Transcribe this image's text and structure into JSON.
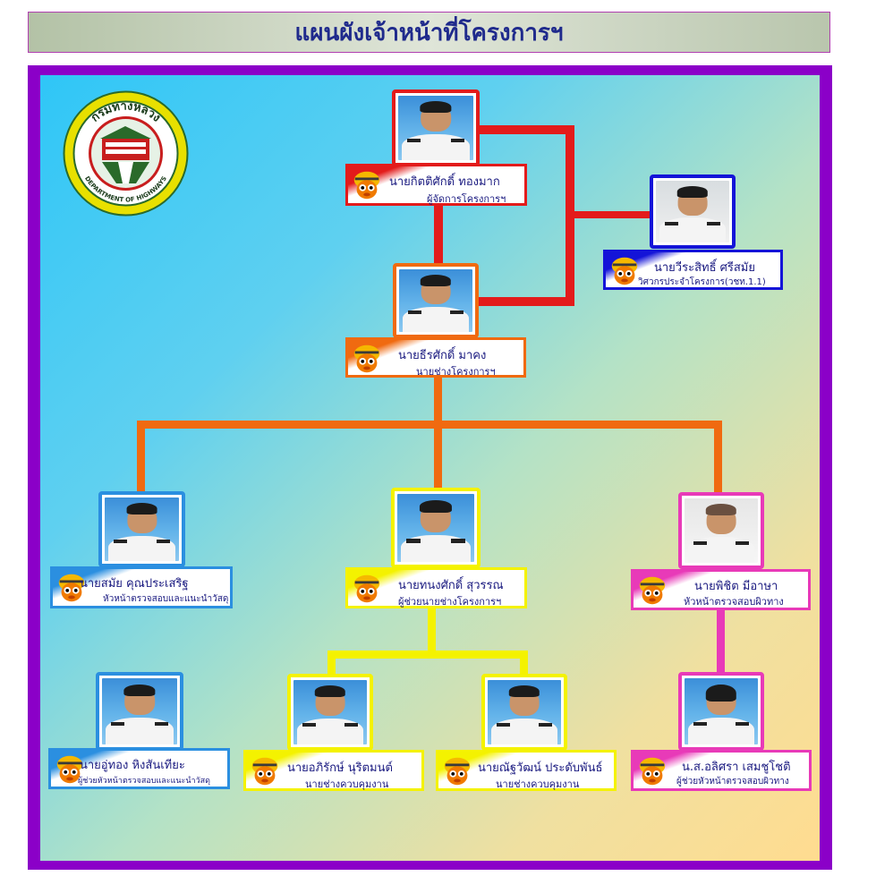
{
  "title": "แผนผังเจ้าหน้าที่โครงการฯ",
  "logo": {
    "top_text": "กรมทางหลวง",
    "bottom_text": "DEPARTMENT OF HIGHWAYS"
  },
  "colors": {
    "red": "#e31b1b",
    "blue": "#1414d8",
    "orange": "#f06a10",
    "sky": "#2b8fe0",
    "yellow": "#f4f200",
    "pink": "#e83ab8"
  },
  "staff": [
    {
      "name": "นายกิตติศักดิ์  ทองมาก",
      "role": "ผู้จัดการโครงการฯ"
    },
    {
      "name": "นายวีระสิทธิ์  ศรีสมัย",
      "role": "วิศวกรประจำโครงการ(วชท.1.1)"
    },
    {
      "name": "นายธีรศักดิ์  มาคง",
      "role": "นายช่างโครงการฯ"
    },
    {
      "name": "นายสมัย  คุณประเสริฐ",
      "role": "หัวหน้าตรวจสอบและแนะนำวัสดุ"
    },
    {
      "name": "นายทนงศักดิ์  สุวรรณ",
      "role": "ผู้ช่วยนายช่างโครงการฯ"
    },
    {
      "name": "นายพิชิต  มีอาษา",
      "role": "หัวหน้าตรวจสอบผิวทาง"
    },
    {
      "name": "นายอู่ทอง  หิงสันเทียะ",
      "role": "ผู้ช่วยหัวหน้าตรวจสอบและแนะนำวัสดุ"
    },
    {
      "name": "นายอภิรักษ์  นุริตมนต์",
      "role": "นายช่างควบคุมงาน"
    },
    {
      "name": "นายณัฐวัฒน์  ประดับพันธ์",
      "role": "นายช่างควบคุมงาน"
    },
    {
      "name": "น.ส.อลิศรา  เสมชูโชติ",
      "role": "ผู้ช่วยหัวหน้าตรวจสอบผิวทาง"
    }
  ]
}
